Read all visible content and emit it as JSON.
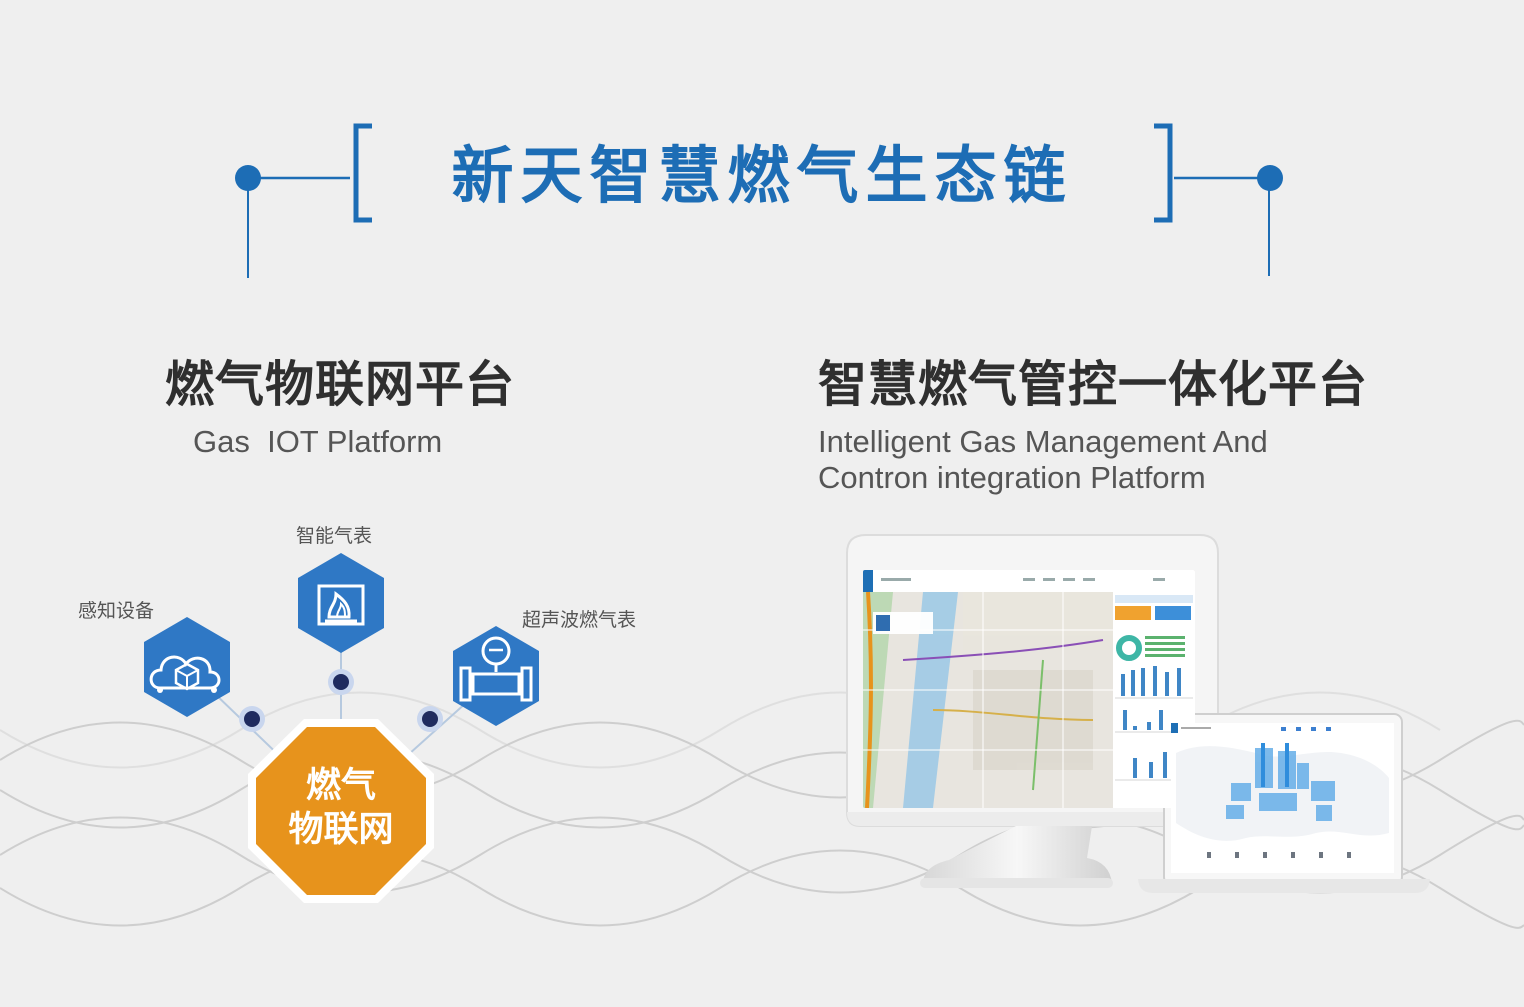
{
  "header": {
    "title": "新天智慧燃气生态链"
  },
  "gas_iot": {
    "title": "燃气物联网平台",
    "subtitle": "Gas  IOT Platform",
    "nodes": {
      "sensor": "感知设备",
      "smart_meter": "智能气表",
      "ultrasonic_meter": "超声波燃气表"
    },
    "core": {
      "line1": "燃气",
      "line2": "物联网"
    }
  },
  "smart_gas": {
    "title": "智慧燃气管控一体化平台",
    "subtitle_line1": "Intelligent Gas Management And",
    "subtitle_line2": "Contron integration Platform"
  },
  "colors": {
    "background": "#efefef",
    "title_blue": "#1d6db5",
    "hex_blue": "#2f78c5",
    "orange": "#e7931c",
    "dark_navy": "#1f2b5f",
    "text_dark": "#2f2f2f"
  },
  "icons": [
    "cloud-cube-icon",
    "flame-box-icon",
    "pipe-meter-icon",
    "monitor-device-icon",
    "laptop-device-icon"
  ]
}
